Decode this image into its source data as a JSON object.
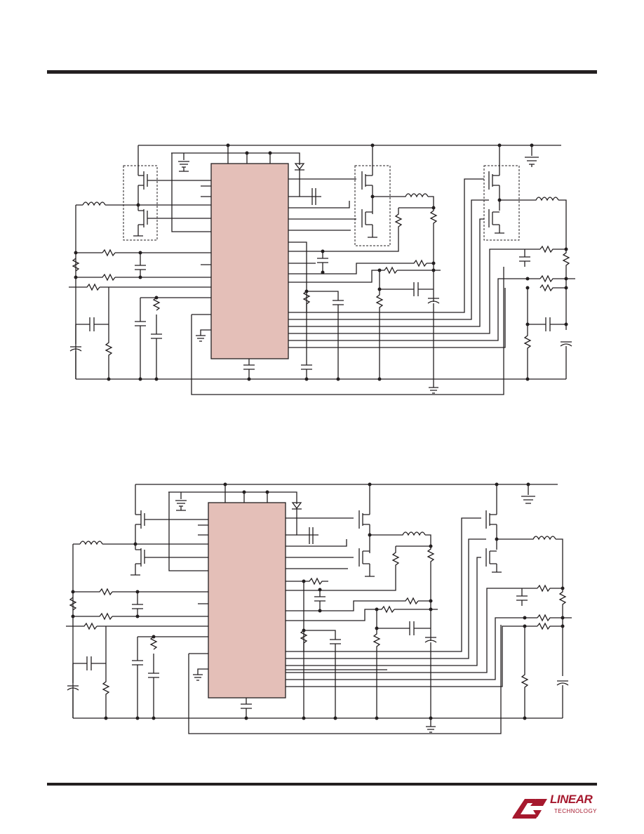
{
  "header": {},
  "schematics": [
    {
      "chip_label": ""
    },
    {
      "chip_label": ""
    }
  ],
  "footer": {
    "logo_name": "linear-technology-logo",
    "logo_word_1": "LINEAR",
    "logo_word_2": "TECHNOLOGY",
    "brand_color": "#a6192e"
  }
}
